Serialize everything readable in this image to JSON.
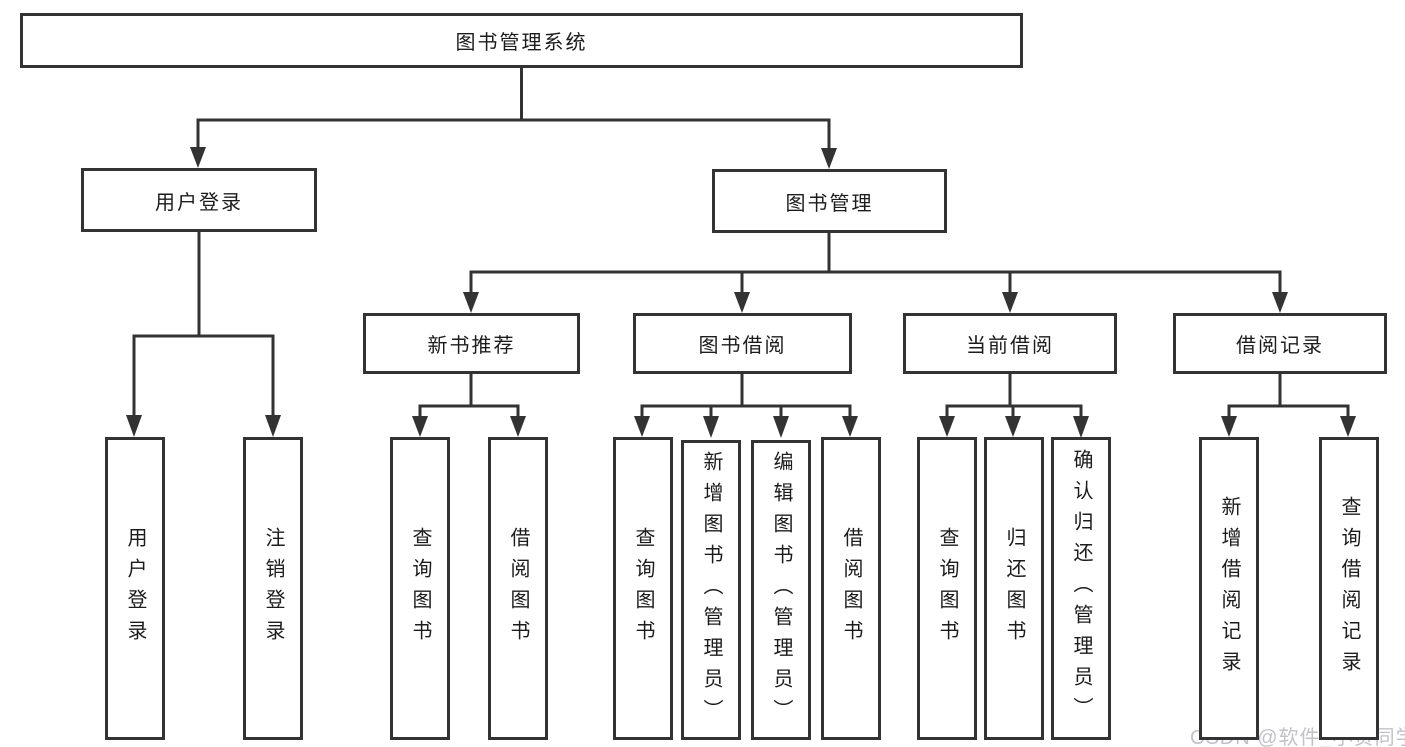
{
  "diagram": {
    "nodes": {
      "root": "图书管理系统",
      "user_login": "用户登录",
      "book_management": "图书管理",
      "new_book_recommend": "新书推荐",
      "book_borrow": "图书借阅",
      "current_borrow": "当前借阅",
      "borrow_records": "借阅记录",
      "leaves": {
        "user": [
          "用户登录",
          "注销登录"
        ],
        "newbook": [
          "查询图书",
          "借阅图书"
        ],
        "borrow": [
          "查询图书",
          "新增图书（管理员）",
          "编辑图书（管理员）",
          "借阅图书"
        ],
        "current": [
          "查询图书",
          "归还图书",
          "确认归还（管理员）"
        ],
        "records": [
          "新增借阅记录",
          "查询借阅记录"
        ]
      }
    },
    "colors": {
      "line": "#333333",
      "text": "#1c1c1c",
      "box_background": "#ffffff",
      "watermark": "#c3c0ca"
    }
  },
  "watermark": "CSDN @软件_小贺同学"
}
